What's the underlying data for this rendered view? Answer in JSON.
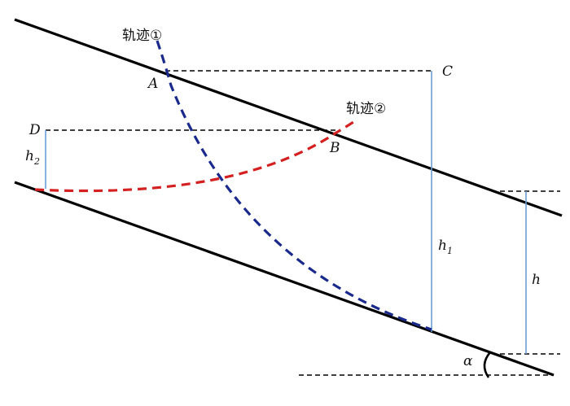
{
  "labels": {
    "trajectory1": "轨迹①",
    "trajectory2": "轨迹②",
    "A": "A",
    "B": "B",
    "C": "C",
    "D": "D",
    "h": "h",
    "h1_base": "h",
    "h1_sub": "1",
    "h2_base": "h",
    "h2_sub": "2",
    "alpha": "α"
  },
  "colors": {
    "incline_line": "#000000",
    "dashed_guide": "#000000",
    "height_marker": "#6a9fd4",
    "trajectory1": "#1a2a8c",
    "trajectory2": "#d42020"
  }
}
